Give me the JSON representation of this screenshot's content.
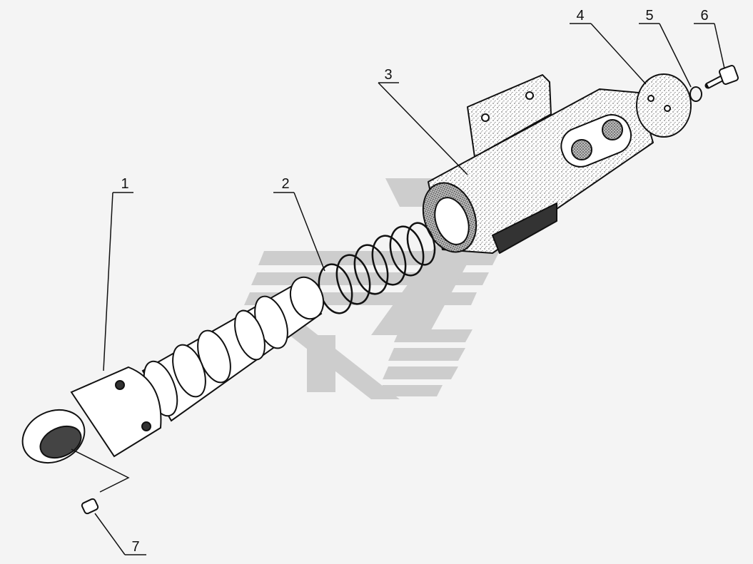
{
  "callouts": [
    {
      "id": "1",
      "label": "1"
    },
    {
      "id": "2",
      "label": "2"
    },
    {
      "id": "3",
      "label": "3"
    },
    {
      "id": "4",
      "label": "4"
    },
    {
      "id": "5",
      "label": "5"
    },
    {
      "id": "6",
      "label": "6"
    },
    {
      "id": "7",
      "label": "7"
    }
  ],
  "colors": {
    "background": "#f4f4f4",
    "line": "#111111",
    "watermark": "#c9c9c9"
  }
}
